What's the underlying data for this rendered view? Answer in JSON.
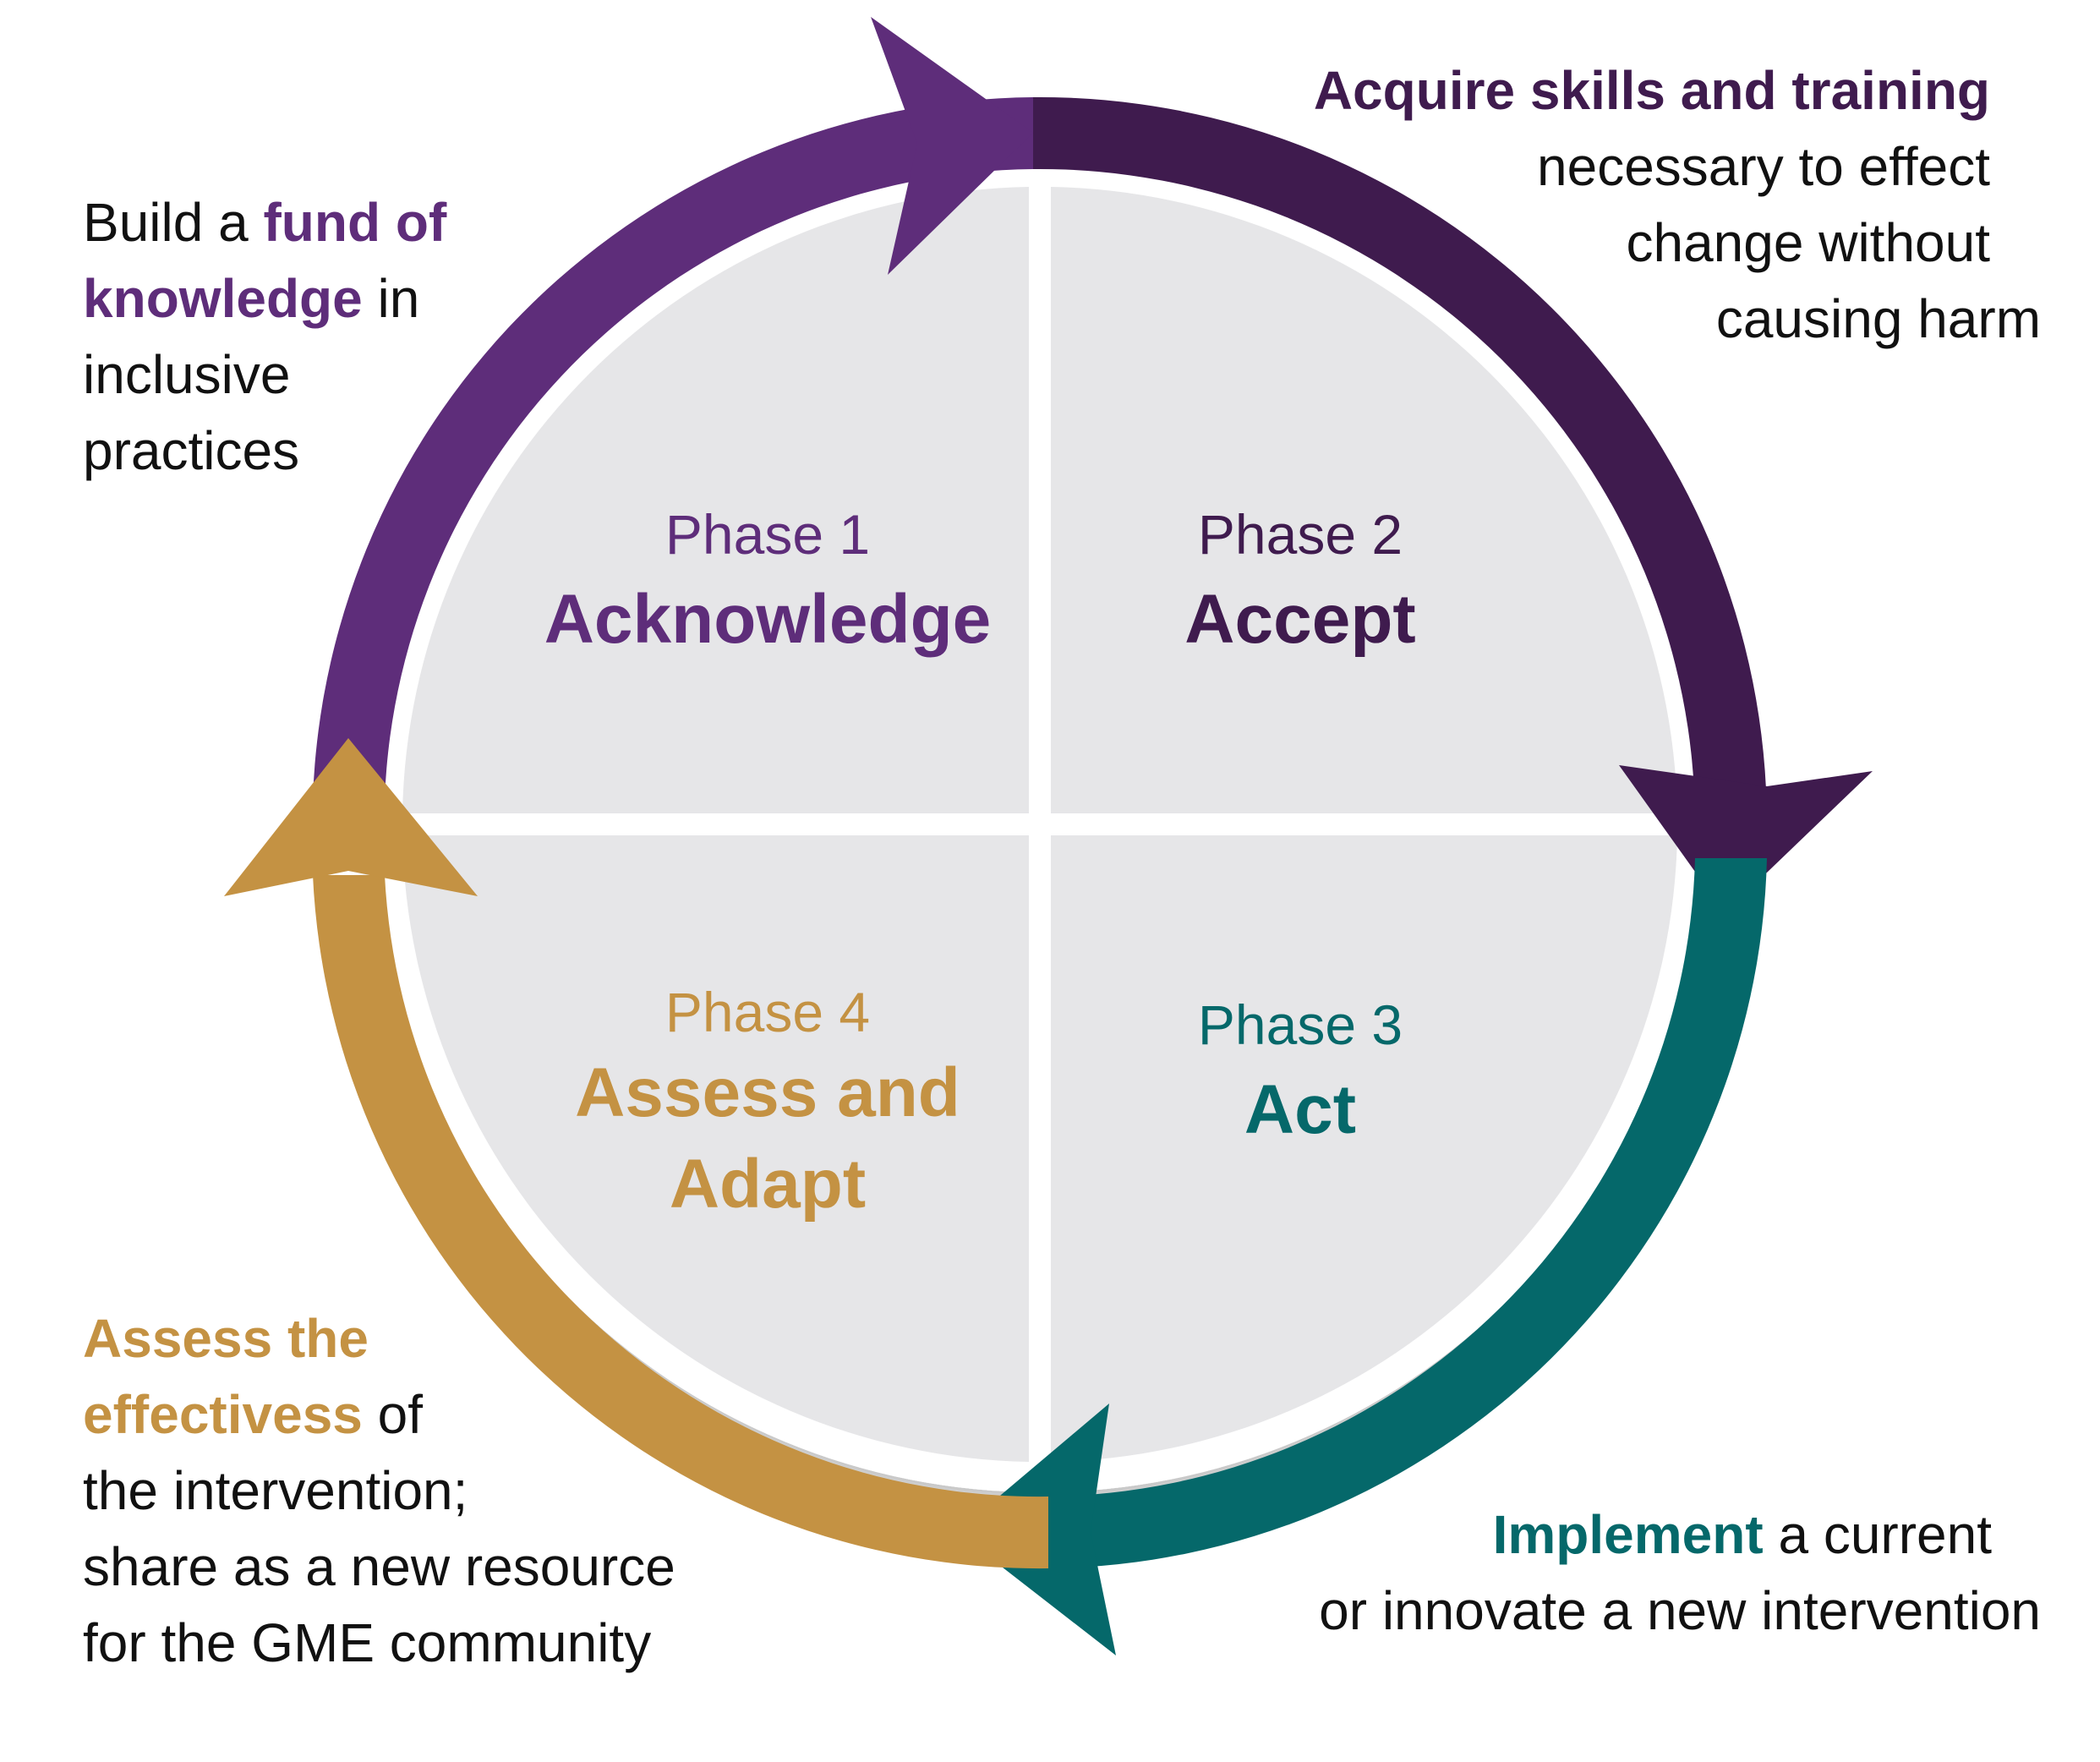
{
  "colors": {
    "phase1": "#5e2d7a",
    "phase2": "#3f1b4e",
    "phase3": "#05686a",
    "phase4": "#c49243",
    "quadrant": "#e6e6e8",
    "text": "#111111"
  },
  "phases": [
    {
      "number": "Phase 1",
      "name": [
        "Acknowledge"
      ]
    },
    {
      "number": "Phase 2",
      "name": [
        "Accept"
      ]
    },
    {
      "number": "Phase 3",
      "name": [
        "Act"
      ]
    },
    {
      "number": "Phase 4",
      "name": [
        "Assess and",
        "Adapt"
      ]
    }
  ],
  "callouts": {
    "phase1": {
      "pre": "Build a ",
      "highlight1": "fund of",
      "highlight2": "knowledge",
      "post1": " in",
      "line3": "inclusive",
      "line4": "practices"
    },
    "phase2": {
      "highlight": "Acquire skills and training",
      "line2": "necessary to effect",
      "line3": "change without",
      "line4": "causing harm"
    },
    "phase3": {
      "highlight": "Implement",
      "post": " a current",
      "line2": "or innovate a new intervention"
    },
    "phase4": {
      "highlight1": "Assess the",
      "highlight2": "effectivess",
      "post2": " of",
      "line3": "the intervention;",
      "line4": "share as a new resource",
      "line5": "for the GME community"
    }
  }
}
